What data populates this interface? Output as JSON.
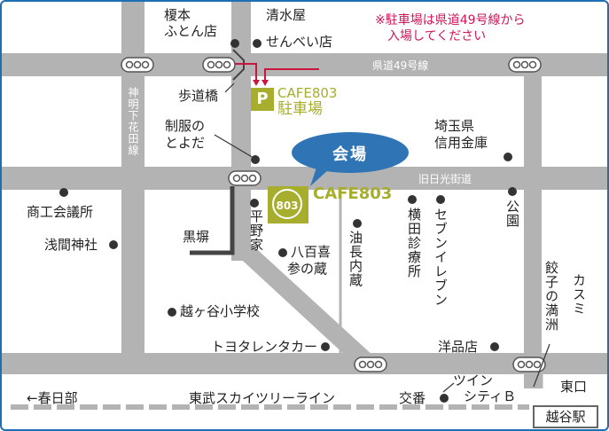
{
  "notice": {
    "line1": "※駐車場は県道49号線から",
    "line2": "入場してください"
  },
  "venue_bubble": "会場",
  "venue_name": "CAFE803",
  "venue_logo": "803",
  "parking": {
    "symbol": "P",
    "name": "CAFE803",
    "label": "駐車場"
  },
  "roads": {
    "prefectural": "県道49号線",
    "old_nikko": "旧日光街道",
    "shinmeishita": "神明下花田線"
  },
  "places": {
    "enomoto_1": "榎本",
    "enomoto_2": "ふとん店",
    "shimizuya_1": "清水屋",
    "shimizuya_2": "せんべい店",
    "hodokyo": "歩道橋",
    "uniform_1": "制服の",
    "uniform_2": "とよだ",
    "saitama_1": "埼玉県",
    "saitama_2": "信用金庫",
    "chamber": "商工会議所",
    "sengen": "浅間神社",
    "kurobei": "黒塀",
    "hirano": "平野家",
    "yaoki_1": "八百喜",
    "yaoki_2": "参の蔵",
    "abura": "油長内蔵",
    "clinic": "横田診療所",
    "seven": "セブンイレブン",
    "park": "公園",
    "school": "越ヶ谷小学校",
    "toyota": "トヨタレンタカー",
    "yohin": "洋品店",
    "gyoza": "餃子の満洲",
    "kasumi": "カスミ",
    "twin_1": "ツイン",
    "twin_2": "シティＢ",
    "koban": "交番",
    "east_exit": "東口",
    "kasukabe": "←春日部",
    "railway": "東武スカイツリーライン",
    "station": "越谷駅"
  },
  "colors": {
    "road": "#b3b3b3",
    "accent": "#a7ad2c",
    "notice": "#d4145a",
    "bubble": "#2f75b5",
    "frame": "#1d6fb3"
  }
}
